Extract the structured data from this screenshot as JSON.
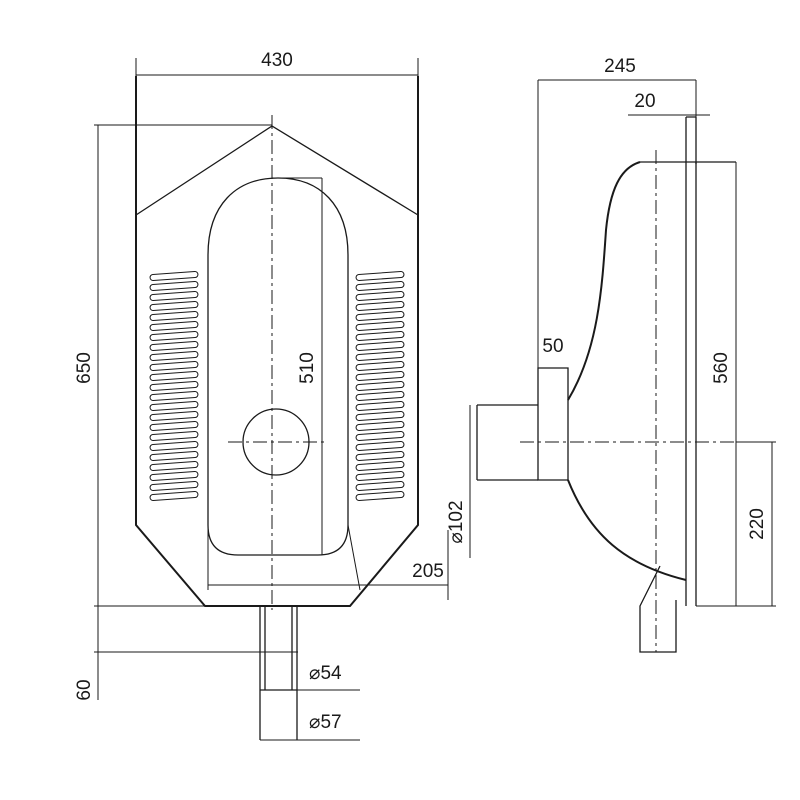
{
  "colors": {
    "line": "#1a1a1a",
    "background": "#ffffff"
  },
  "front_view": {
    "width": "430",
    "length": "650",
    "bowl_length": "510",
    "step_offset": "205",
    "trap_height": "60",
    "outlet_inner_diameter": "⌀54",
    "outlet_outer_diameter": "⌀57"
  },
  "side_view": {
    "depth": "245",
    "rim_thickness": "20",
    "inlet_width": "50",
    "height": "560",
    "inlet_diameter": "⌀102",
    "outlet_height": "220"
  }
}
